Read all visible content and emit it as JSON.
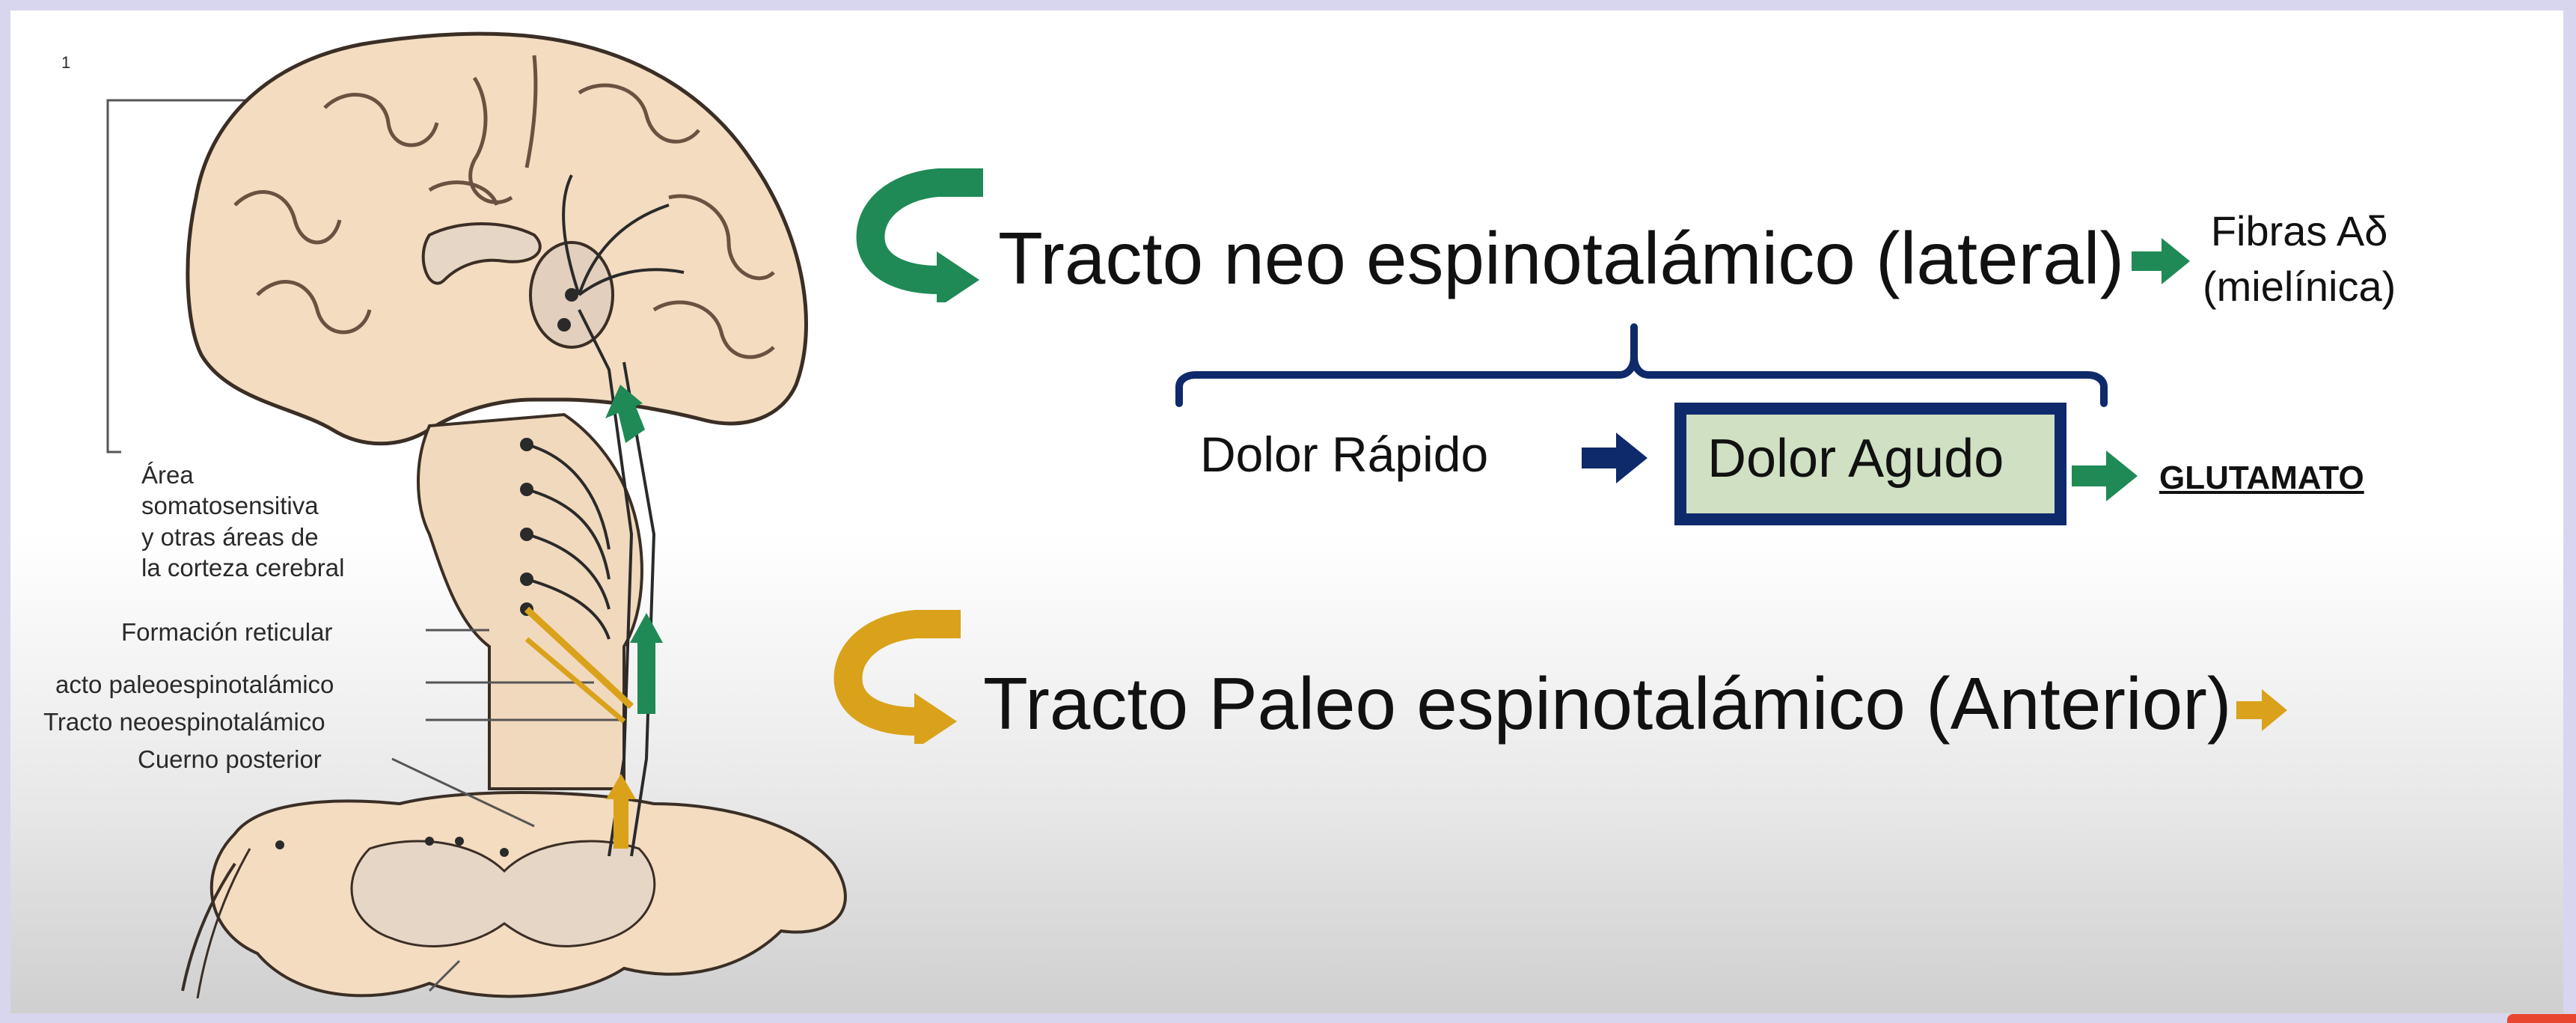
{
  "figure": {
    "page_number": "1",
    "labels": {
      "area": [
        "Área",
        "somatosensitiva",
        "y otras áreas de",
        "la corteza cerebral"
      ],
      "formacion": "Formación reticular",
      "paleo": "acto paleoespinotalámico",
      "neo": "Tracto neoespinotalámico",
      "cuerno": "Cuerno posterior"
    }
  },
  "neo_tract": {
    "title": "Tracto neo espinotalámico (lateral)",
    "fibers": [
      "Fibras Aδ",
      "(mielínica)"
    ],
    "pain_fast": "Dolor Rápido",
    "pain_acute": "Dolor Agudo",
    "neurotransmitter": "GLUTAMATO"
  },
  "paleo_tract": {
    "title": "Tracto Paleo espinotalámico (Anterior)"
  },
  "colors": {
    "green": "#1f8a55",
    "gold": "#d9a21a",
    "navy": "#0f2a6b",
    "agudo_fill": "#cfe0c3"
  }
}
